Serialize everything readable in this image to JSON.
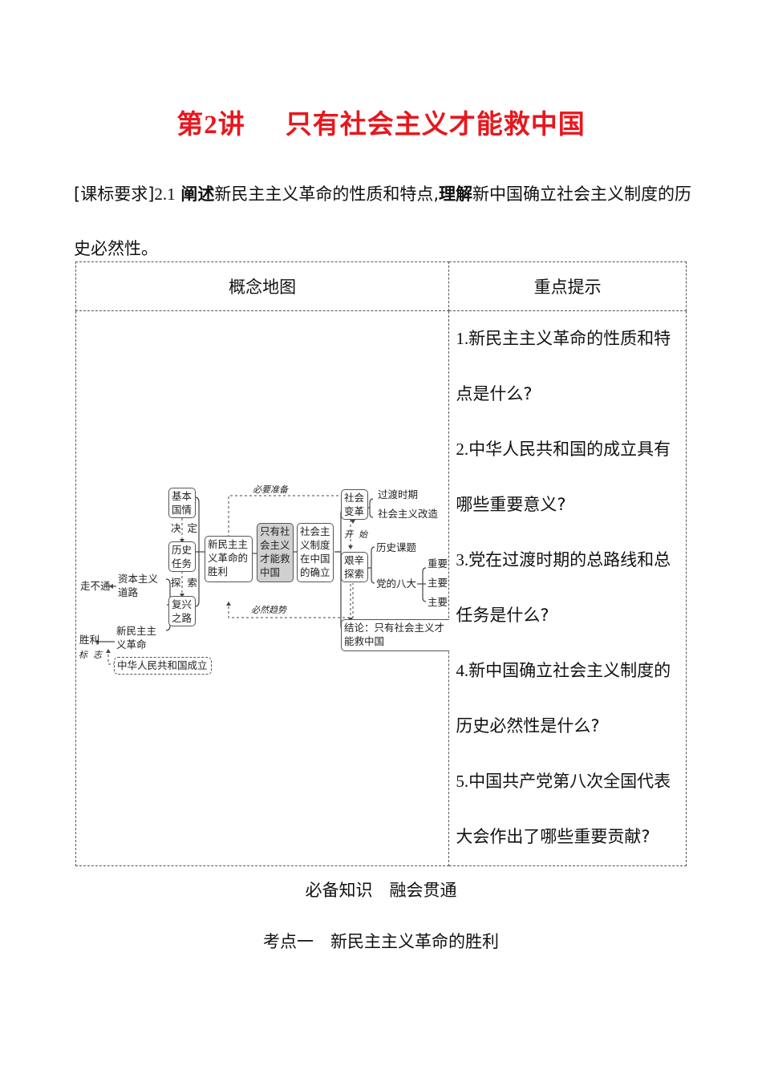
{
  "title": {
    "prefix": "第",
    "num": "2",
    "suffix": "讲",
    "main": "只有社会主义才能救中国"
  },
  "requirement": {
    "tag": "[课标要求]",
    "code": "2.1",
    "bold1": "阐述",
    "text1": "新民主主义革命的性质和特点,",
    "bold2": "理解",
    "text2": "新中国确立社会主义制度的历史必然性。"
  },
  "table": {
    "header_left": "概念地图",
    "header_right": "重点提示",
    "questions": [
      {
        "num": "1.",
        "text": "新民主主义革命的性质和特点是什么?"
      },
      {
        "num": "2.",
        "text": "中华人民共和国的成立具有哪些重要意义?"
      },
      {
        "num": "3.",
        "text": "党在过渡时期的总路线和总任务是什么?"
      },
      {
        "num": "4.",
        "text": "新中国确立社会主义制度的历史必然性是什么?"
      },
      {
        "num": "5.",
        "text": "中国共产党第八次全国代表大会作出了哪些重要贡献?"
      }
    ]
  },
  "diagram": {
    "basic_situation": [
      "基本",
      "国情"
    ],
    "decide": [
      "决",
      "定"
    ],
    "historical_task": [
      "历史",
      "任务"
    ],
    "explore": [
      "探",
      "索"
    ],
    "revival_road": [
      "复兴",
      "之路"
    ],
    "capitalist_road": [
      "资本主义",
      "道路"
    ],
    "dead_end": "走不通",
    "new_democratic": [
      "新民主主",
      "义革命"
    ],
    "victory": "胜利",
    "mark": [
      "标",
      "志"
    ],
    "prc_founding": "中华人民共和国成立",
    "nd_victory": [
      "新民主主",
      "义革命的",
      "胜利"
    ],
    "necessary_prep": "必要准备",
    "inevitable_trend": "必然趋势",
    "only_socialism": [
      "只有社",
      "会主义",
      "才能救",
      "中国"
    ],
    "socialist_system": [
      "社会主",
      "义制度",
      "在中国",
      "的确立"
    ],
    "social_change": [
      "社会",
      "变革"
    ],
    "transition": "过渡时期",
    "socialist_transformation": "社会主义改造",
    "begin": [
      "开",
      "始"
    ],
    "hard_exploration": [
      "艰辛",
      "探索"
    ],
    "historical_topic": "历史课题",
    "eighth_congress": "党的八大",
    "branch1": "重要",
    "branch2": "主要",
    "branch3": "主要",
    "conclusion": [
      "结论：只有社会主义才",
      "能救中国"
    ]
  },
  "sections": {
    "heading1": "必备知识　融会贯通",
    "heading2": "考点一　新民主主义革命的胜利"
  }
}
